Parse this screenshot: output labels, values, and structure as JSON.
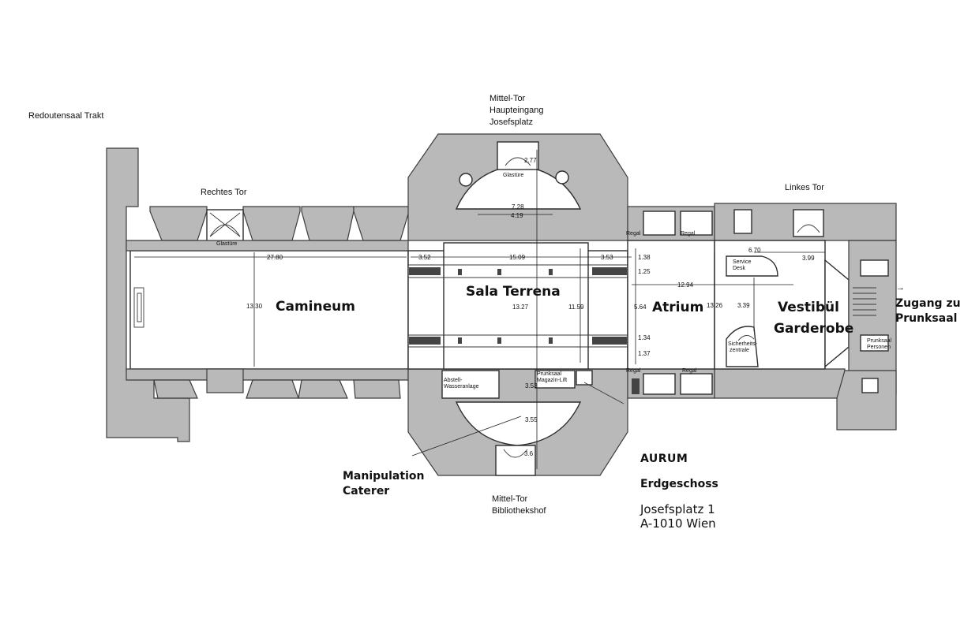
{
  "header": {
    "wing": "Redoutensaal Trakt"
  },
  "entrances": {
    "main_line1": "Mittel-Tor",
    "main_line2": "Haupteingang",
    "main_line3": "Josefsplatz",
    "right_gate": "Rechtes Tor",
    "left_gate": "Linkes Tor",
    "back_line1": "Mittel-Tor",
    "back_line2": "Bibliothekshof",
    "access_line1": "Zugang zu",
    "access_line2": "Prunksaal",
    "arrow": "→"
  },
  "rooms": {
    "camineum": "Camineum",
    "sala_terrena": "Sala Terrena",
    "atrium": "Atrium",
    "vestibuel": "Vestibül",
    "garderobe": "Garderobe",
    "caterer_line1": "Manipulation",
    "caterer_line2": "Caterer"
  },
  "small_labels": {
    "glastuere_left": "Glastüre",
    "glastuere_top": "Glastüre",
    "regal_1": "Regal",
    "regal_2": "Regal",
    "regal_3": "Regal",
    "regal_4": "Regal",
    "service_line1": "Service",
    "service_line2": "Desk",
    "security_line1": "Sicherheits-",
    "security_line2": "zentrale",
    "lift_line1": "Prunksaal",
    "lift_line2": "Magazin-Lift",
    "abstell_line1": "Abstell-",
    "abstell_line2": "Wasseranlage",
    "prunksaal_personen_line1": "Prunksaal",
    "prunksaal_personen_line2": "Personen"
  },
  "dimensions": {
    "d_27_80": "27.80",
    "d_13_30": "13.30",
    "d_3_52": "3.52",
    "d_15_09": "15.09",
    "d_3_53": "3.53",
    "d_1_38": "1.38",
    "d_1_25": "1.25",
    "d_13_27": "13.27",
    "d_11_59": "11.59",
    "d_5_64": "5.64",
    "d_1_34": "1.34",
    "d_1_37": "1.37",
    "d_7_28": "7.28",
    "d_4_19": "4.19",
    "d_2_77": "2.77",
    "d_12_94": "12.94",
    "d_13_26": "13.26",
    "d_3_39": "3.39",
    "d_6_70": "6.70",
    "d_3_99": "3.99",
    "d_3_53b": "3.53",
    "d_3_55": "3.55",
    "d_3_6": "3.6"
  },
  "info": {
    "brand": "AURUM",
    "floor": "Erdgeschoss",
    "street": "Josefsplatz 1",
    "city": "A-1010 Wien"
  }
}
